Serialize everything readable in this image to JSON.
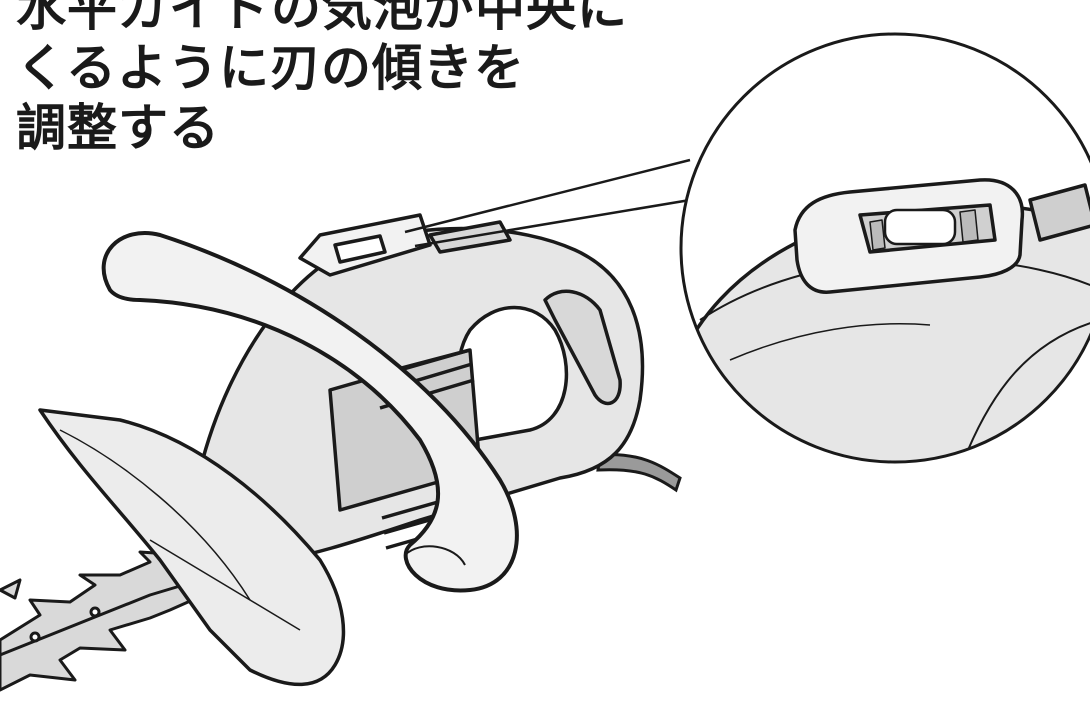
{
  "instruction": {
    "lines": [
      "水平ガイドの気泡が中央に",
      "くるように刃の傾きを",
      "調整する"
    ]
  },
  "colors": {
    "outline": "#1a1a1a",
    "body_fill": "#e6e6e6",
    "body_shade": "#cfcfcf",
    "handle_fill": "#f2f2f2",
    "blade_fill": "#d9d9d9",
    "cord_fill": "#9a9a9a"
  },
  "icons": {
    "level_guide": "bubble-level-icon"
  }
}
